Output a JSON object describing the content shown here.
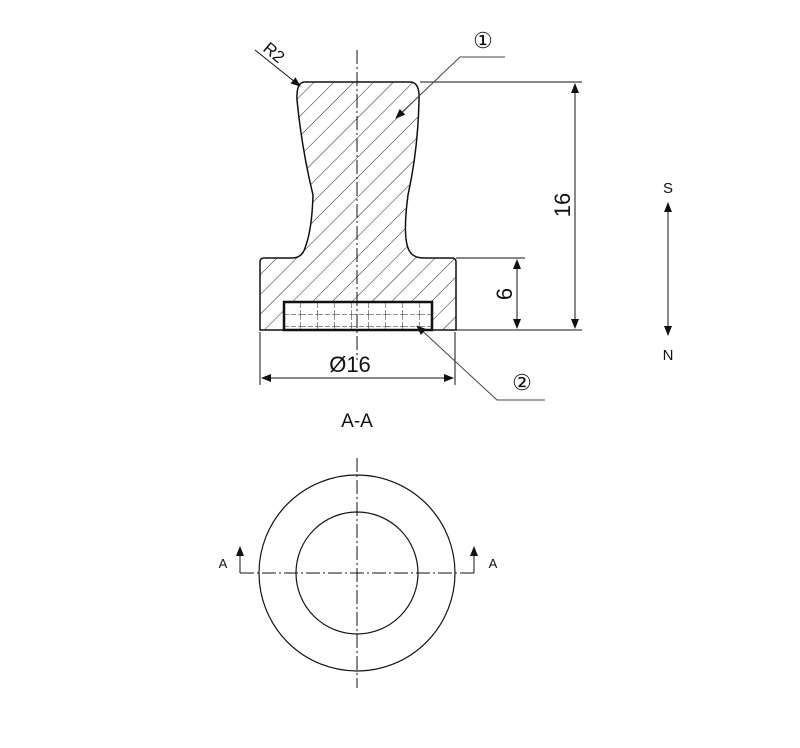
{
  "section_view": {
    "label": "A-A",
    "radius_label": "R2",
    "height_total": "16",
    "flange_height": "6",
    "diameter": "Ø16",
    "balloon_1": "①",
    "balloon_2": "②"
  },
  "polarity": {
    "top": "S",
    "bottom": "N"
  },
  "plan_view": {
    "cut_left": "A",
    "cut_right": "A"
  },
  "colors": {
    "line": "#111111",
    "leader": "#444444"
  }
}
